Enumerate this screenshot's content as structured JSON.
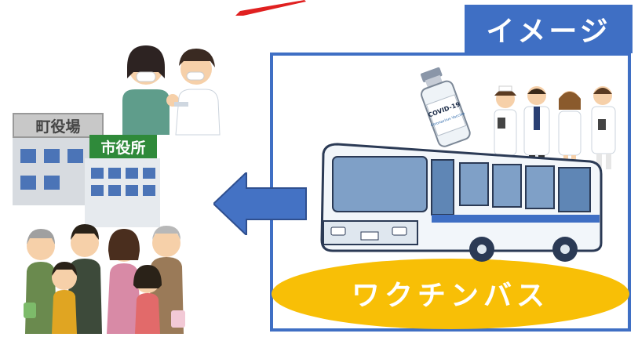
{
  "image_tag": "イメージ",
  "bus_label": "ワクチンバス",
  "town_hall_sign": "町役場",
  "city_hall_sign": "市役所",
  "vaccine_label": "COVID-19",
  "vaccine_sublabel": "Coronavirus Vaccine",
  "colors": {
    "accent_blue": "#3f6fc4",
    "yellow": "#f8bf06",
    "arrow_blue": "#4472c4",
    "red": "#e02020"
  },
  "icons": [
    "arrow-left-icon",
    "red-arrow-icon",
    "vaccine-vial-icon",
    "bus-icon",
    "medical-staff-icon",
    "building-icon",
    "people-group-icon",
    "vaccination-icon"
  ]
}
